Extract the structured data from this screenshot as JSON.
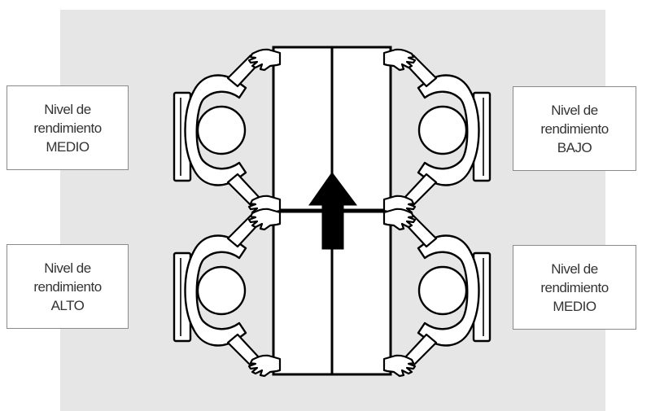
{
  "labels": {
    "top_left": {
      "line1": "Nivel de",
      "line2": "rendimiento",
      "line3": "MEDIO"
    },
    "top_right": {
      "line1": "Nivel de",
      "line2": "rendimiento",
      "line3": "BAJO"
    },
    "bottom_left": {
      "line1": "Nivel de",
      "line2": "rendimiento",
      "line3": "ALTO"
    },
    "bottom_right": {
      "line1": "Nivel de",
      "line2": "rendimiento",
      "line3": "MEDIO"
    }
  },
  "colors": {
    "background_panel": "#e6e6e6",
    "line": "#000000",
    "fill": "#ffffff",
    "box_border": "#8a8a8a"
  }
}
